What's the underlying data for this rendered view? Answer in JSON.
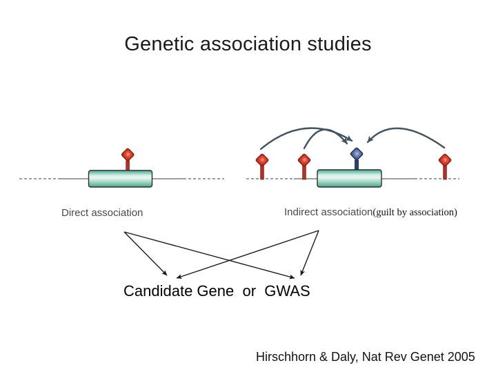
{
  "slide": {
    "title": "Genetic association studies",
    "figure": {
      "direct_label": "Direct association",
      "indirect_label_sans": "Indirect association",
      "indirect_label_serif": "(guilt by association)"
    },
    "methods_label": "Candidate Gene  or  GWAS",
    "citation": "Hirschhorn & Daly, Nat Rev Genet 2005",
    "colors": {
      "red_snp_marker": "#c83a2a",
      "blue_causal_variant": "#4a5d97",
      "gene_box_fill": "#8fd0bc",
      "association_arc": "#42525e",
      "pointer_arrow": "#1a1a1a"
    }
  }
}
